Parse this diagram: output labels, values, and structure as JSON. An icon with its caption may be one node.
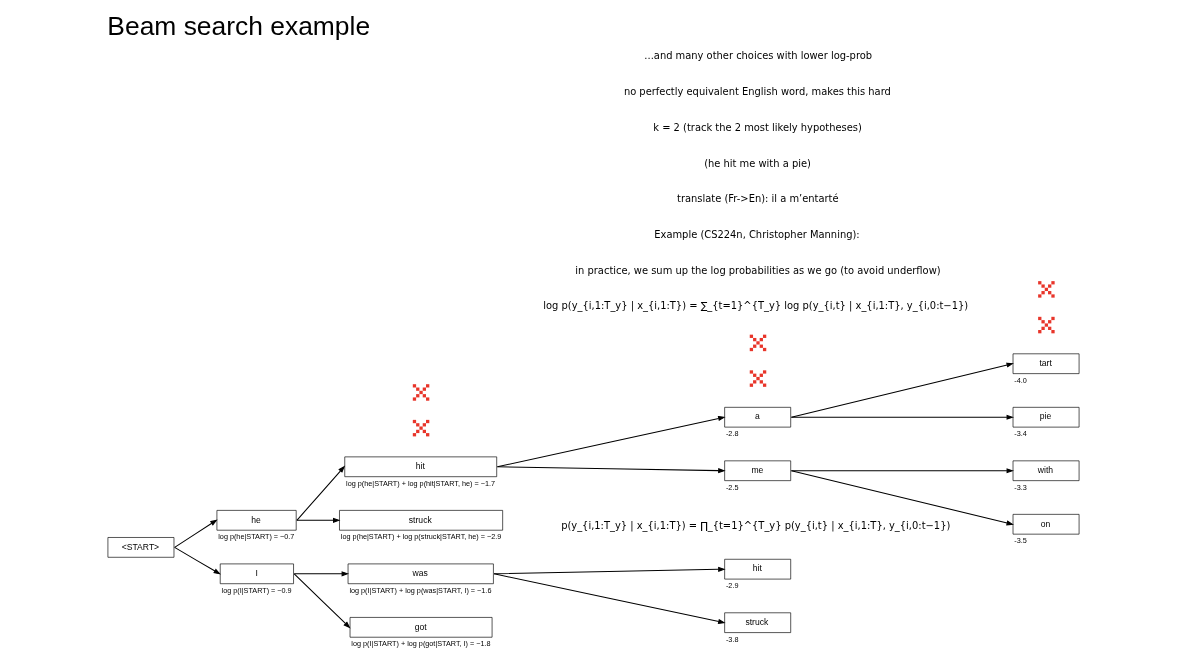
{
  "diagram": {
    "title": "Beam search example",
    "nodes": [
      {
        "text": [
          "<START>"
        ]
      },
      {
        "text": [
          "he"
        ],
        "beside": [
          "log p(he|START) = −0.7"
        ]
      },
      {
        "text": [
          "I"
        ],
        "beside": [
          "log p(I|START) = −0.9"
        ]
      },
      {
        "text": [
          "hit"
        ],
        "beside": [
          "log p(he|START) + log p(hit|START, he) = −1.7"
        ]
      },
      {
        "text": [
          "struck"
        ],
        "beside": [
          "log p(he|START) + log p(struck|START, he) = −2.9"
        ]
      },
      {
        "text": [
          "was"
        ],
        "beside": [
          "log p(I|START) + log p(was|START, I) = −1.6"
        ]
      },
      {
        "text": [
          "got"
        ],
        "beside": [
          "log p(I|START) + log p(got|START, I) = −1.8"
        ]
      },
      {
        "text": [
          "a"
        ],
        "beside": [
          "-2.8"
        ]
      },
      {
        "text": [
          "me"
        ],
        "beside": [
          "-2.5"
        ]
      },
      {
        "text": [
          "hit"
        ],
        "beside": [
          "-2.9"
        ]
      },
      {
        "text": [
          "struck"
        ],
        "beside": [
          "-3.8"
        ]
      },
      {
        "text": [
          "tart"
        ],
        "beside": [
          "-4.0"
        ]
      },
      {
        "text": [
          "pie"
        ],
        "beside": [
          "-3.4"
        ]
      },
      {
        "text": [
          "with"
        ],
        "beside": [
          "-3.3"
        ]
      },
      {
        "text": [
          "on"
        ],
        "beside": [
          "-3.5"
        ]
      },
      {
        "text": [],
        "shape": "cross"
      },
      {
        "text": [],
        "shape": "cross"
      },
      {
        "text": [],
        "shape": "cross"
      },
      {
        "text": [],
        "shape": "cross"
      },
      {
        "text": [],
        "shape": "cross"
      },
      {
        "text": [],
        "shape": "cross"
      }
    ],
    "edges": [
      {
        "from": 0,
        "to": 1,
        "arrow": "to"
      },
      {
        "from": 0,
        "to": 2,
        "arrow": "to"
      },
      {
        "from": 1,
        "to": 3,
        "arrow": "to"
      },
      {
        "from": 1,
        "to": 4,
        "arrow": "to"
      },
      {
        "from": 2,
        "to": 5,
        "arrow": "to"
      },
      {
        "from": 2,
        "to": 6,
        "arrow": "to"
      },
      {
        "from": 3,
        "to": 7,
        "arrow": "to"
      },
      {
        "from": 3,
        "to": 8,
        "arrow": "to"
      },
      {
        "from": 5,
        "to": 9,
        "arrow": "to"
      },
      {
        "from": 5,
        "to": 10,
        "arrow": "to"
      },
      {
        "from": 7,
        "to": 11,
        "arrow": "to"
      },
      {
        "from": 7,
        "to": 12,
        "arrow": "to"
      },
      {
        "from": 8,
        "to": 13,
        "arrow": "to"
      },
      {
        "from": 8,
        "to": 14,
        "arrow": "to"
      }
    ],
    "labels": [
      "p(y_{i,1:T_y} | x_{i,1:T}) = ∏_{t=1}^{T_y} p(y_{i,t} | x_{i,1:T}, y_{i,0:t−1})",
      "log p(y_{i,1:T_y} | x_{i,1:T}) = ∑_{t=1}^{T_y} log p(y_{i,t} | x_{i,1:T}, y_{i,0:t−1})",
      "in practice, we sum up the log probabilities as we go (to avoid underflow)",
      "Example (CS224n, Christopher Manning):",
      "translate (Fr->En): il a m’entarté",
      "(he hit me with a pie)",
      "k = 2 (track the 2 most likely hypotheses)",
      "no perfectly equivalent English word, makes this hard",
      "...and many other choices with lower log-prob"
    ]
  }
}
